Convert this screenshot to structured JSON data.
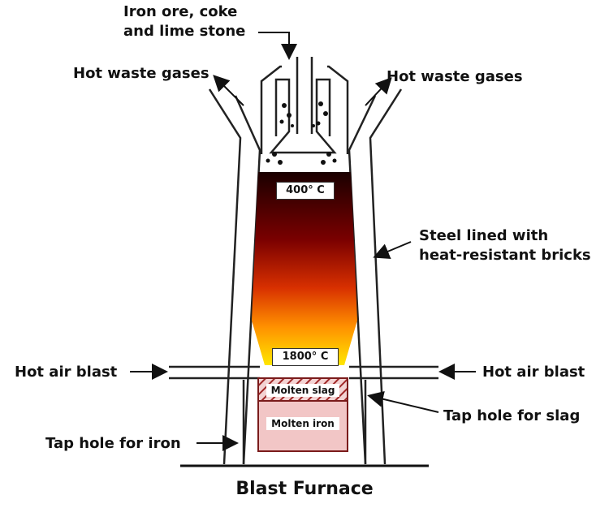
{
  "title": "Blast Furnace",
  "labels": {
    "input": [
      "Iron ore, coke",
      "and lime stone"
    ],
    "waste_gas_left": "Hot waste gases",
    "waste_gas_right": "Hot waste gases",
    "lining": [
      "Steel lined with",
      "heat-resistant bricks"
    ],
    "air_left": "Hot air blast",
    "air_right": "Hot air blast",
    "tap_slag": "Tap hole for slag",
    "tap_iron": "Tap hole for iron"
  },
  "zones": {
    "top_temp": "400° C",
    "bottom_temp": "1800° C",
    "slag": "Molten slag",
    "iron": "Molten iron"
  },
  "colors": {
    "outline": "#222222",
    "hot_top": "#1a0000",
    "hot_mid": "#c21a00",
    "hot_bottom": "#ffe000",
    "slag_hatch": "#b03030",
    "iron_fill": "#f2c6c6"
  }
}
